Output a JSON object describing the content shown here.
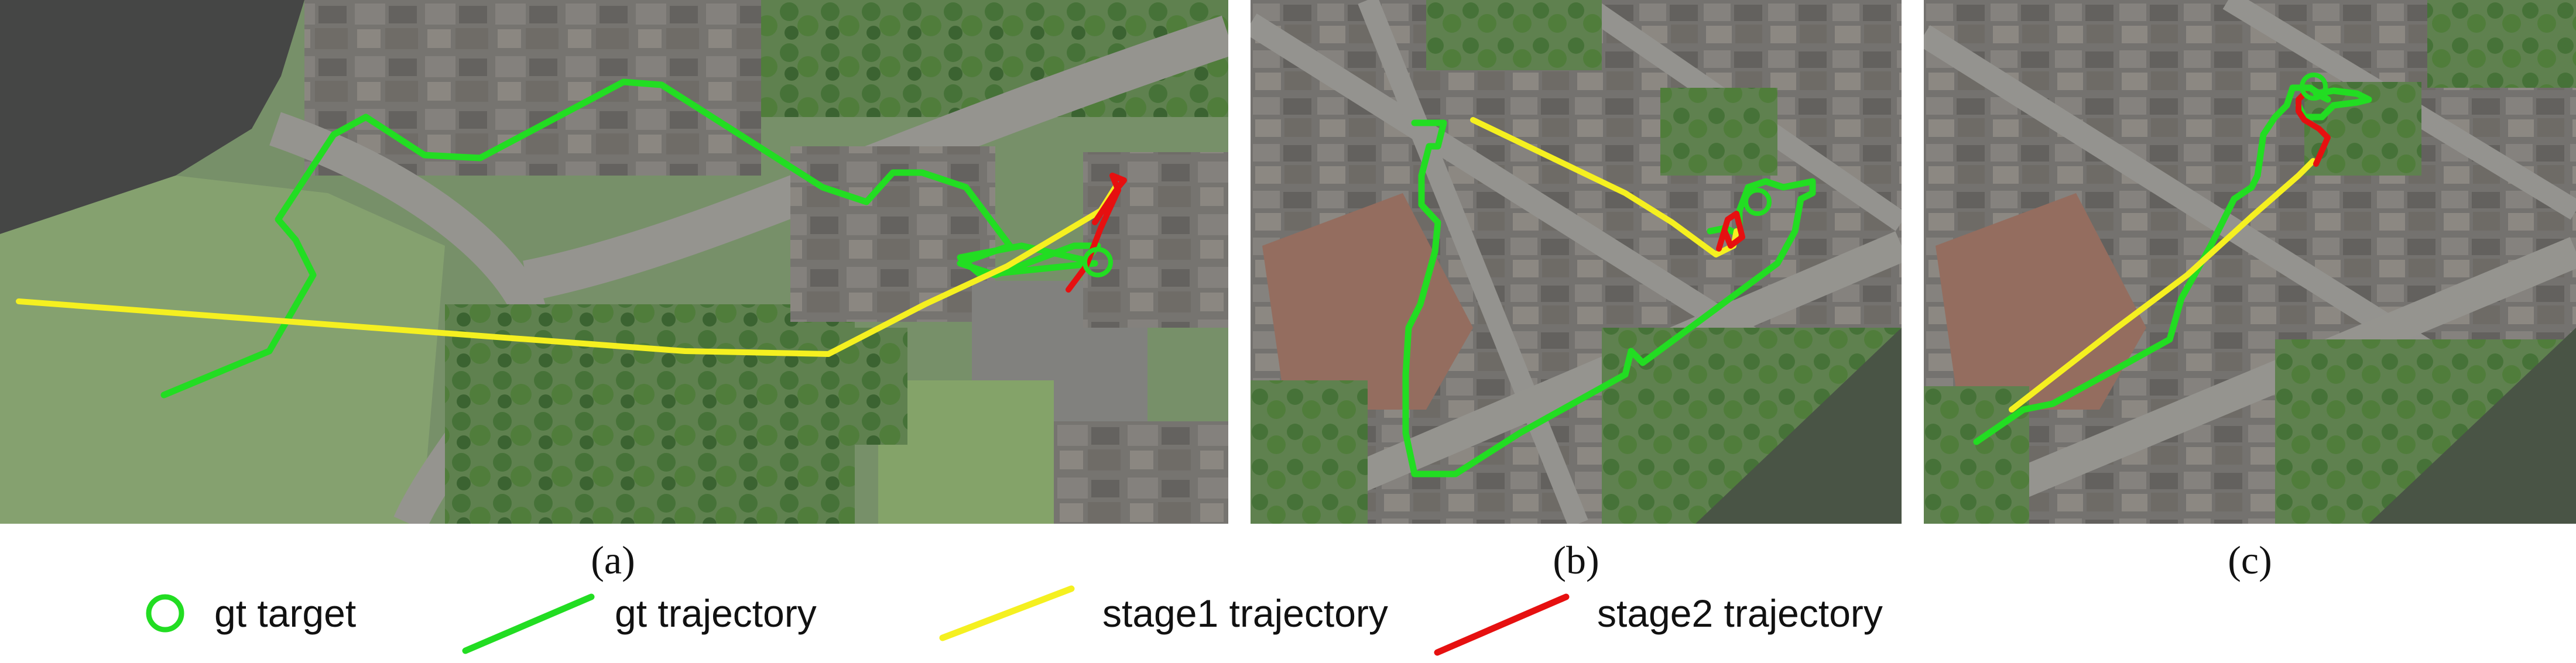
{
  "panels": [
    {
      "id": "a",
      "caption": "(a)"
    },
    {
      "id": "b",
      "caption": "(b)"
    },
    {
      "id": "c",
      "caption": "(c)"
    }
  ],
  "legend": {
    "gt_target": "gt target",
    "gt_trajectory": "gt trajectory",
    "stage1_trajectory": "stage1 trajectory",
    "stage2_trajectory": "stage2 trajectory"
  },
  "colors": {
    "gt": "#22dd22",
    "stage1": "#f5f020",
    "stage2": "#e61010",
    "grass": "#7c9a66",
    "roof": "#6e6b68",
    "water": "#3a3b3a",
    "road": "#8c8c88",
    "tree": "#3e6a2f",
    "brick": "#8e6455"
  }
}
